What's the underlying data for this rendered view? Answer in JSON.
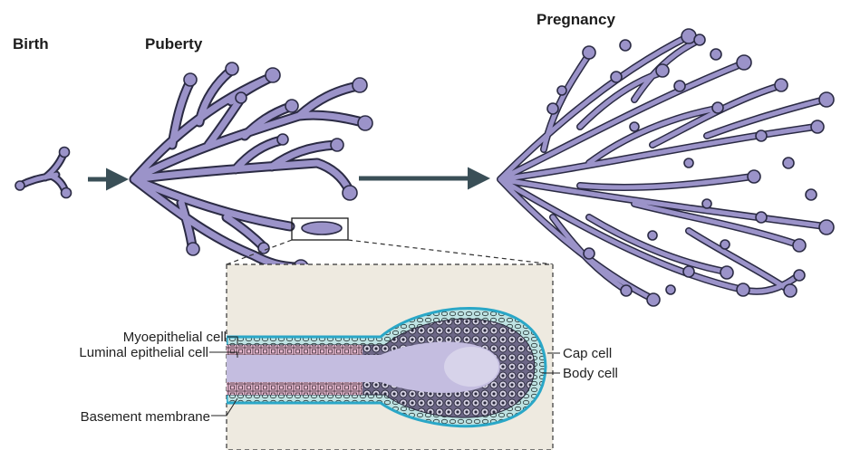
{
  "stages": {
    "birth": "Birth",
    "puberty": "Puberty",
    "pregnancy": "Pregnancy"
  },
  "inset_labels": {
    "myoepithelial": "Myoepithelial cell",
    "luminal": "Luminal epithelial cell",
    "basement": "Basement membrane",
    "cap": "Cap cell",
    "body": "Body cell"
  },
  "colors": {
    "gland": "#9b93c9",
    "gland_outline": "#2b2b44",
    "arrow": "#3a4f57",
    "inset_bg": "#eeeae0",
    "duct_lumen": "#c4bde0",
    "luminal_cells": "#e6b9cf",
    "basement": "#2aa7c7",
    "cap_layer": "#bfe3e3"
  }
}
